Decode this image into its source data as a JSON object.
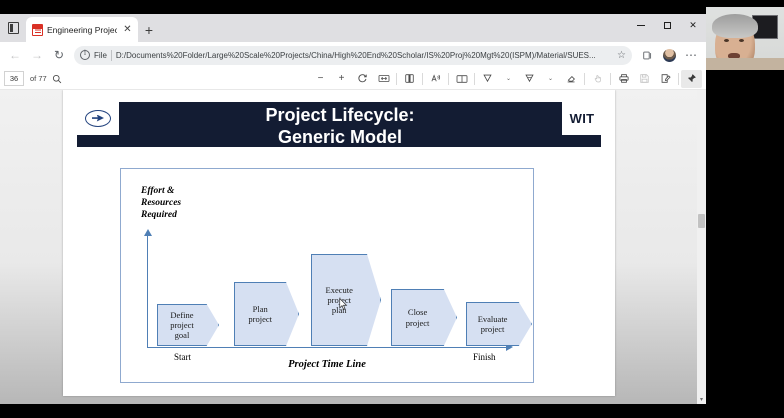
{
  "browser": {
    "tab_button_icon": "tab-list-icon",
    "tab": {
      "title": "Engineering Project Managemen",
      "favicon": "pdf-file-icon",
      "close_label": "✕"
    },
    "new_tab_label": "+",
    "window_controls": {
      "minimize": "minimize-icon",
      "maximize": "maximize-icon",
      "close": "✕"
    },
    "nav": {
      "back": "←",
      "forward": "→",
      "refresh": "↻",
      "scheme_label": "File",
      "url": "D:/Documents%20Folder/Large%20Scale%20Projects/China/High%20End%20Scholar/IS%20Proj%20Mgt%20(ISPM)/Material/SUES...",
      "favorite": "☆",
      "collections": "collections-icon",
      "profile": "profile-avatar",
      "settings": "⋯"
    }
  },
  "pdf_toolbar": {
    "page_number": "36",
    "page_total": "of 77",
    "search": "search-icon",
    "zoom_out": "−",
    "zoom_in": "+",
    "rotate": "rotate-icon",
    "fit_page": "fit-page-icon",
    "page_view": "page-view-icon",
    "read_aloud": "read-aloud-icon",
    "two_page": "two-page-icon",
    "highlight": "highlight-icon",
    "highlight_caret": "⌄",
    "draw": "draw-icon",
    "draw_caret": "⌄",
    "erase": "erase-icon",
    "hand": "hand-icon",
    "print": "print-icon",
    "save": "save-icon",
    "edit": "edit-icon",
    "pin": "pin-icon"
  },
  "slide": {
    "university_logo": "university-emblem",
    "brand": "WIT",
    "title_line1": "Project Lifecycle:",
    "title_line2": "Generic Model",
    "colors": {
      "title_bar": "#131c33",
      "shape_fill": "#d6e0f2",
      "shape_stroke": "#4f7fb5"
    }
  },
  "chart_data": {
    "type": "bar",
    "title": "Project Lifecycle: Generic Model",
    "ylabel": "Effort & Resources Required",
    "xlabel": "Project Time Line",
    "categories": [
      "Define project goal",
      "Plan project",
      "Execute project plan",
      "Close project",
      "Evaluate project"
    ],
    "values": [
      30,
      50,
      80,
      45,
      32
    ],
    "ylim": [
      0,
      100
    ],
    "grid": false,
    "axis_ticks": {
      "start": "Start",
      "finish": "Finish"
    },
    "annotations": [
      {
        "text": "Effort & Resources Required",
        "position": "y-axis"
      },
      {
        "text": "Project Time Line",
        "position": "x-axis-center"
      },
      {
        "text": "Start",
        "position": "x-axis-left"
      },
      {
        "text": "Finish",
        "position": "x-axis-right"
      }
    ],
    "shapes": [
      {
        "label_line1": "Define",
        "label_line2": "project",
        "label_line3": "goal",
        "left": 36,
        "width": 62,
        "height": 42
      },
      {
        "label_line1": "Plan",
        "label_line2": "project",
        "label_line3": "",
        "left": 113,
        "width": 65,
        "height": 64
      },
      {
        "label_line1": "Execute",
        "label_line2": "project",
        "label_line3": "plan",
        "left": 190,
        "width": 70,
        "height": 92
      },
      {
        "label_line1": "Close",
        "label_line2": "project",
        "label_line3": "",
        "left": 270,
        "width": 66,
        "height": 57
      },
      {
        "label_line1": "Evaluate",
        "label_line2": "project",
        "label_line3": "",
        "left": 345,
        "width": 66,
        "height": 44
      }
    ]
  },
  "scrollbar": {
    "down_arrow": "▾"
  },
  "webcam": {
    "label": "webcam-video-feed"
  }
}
